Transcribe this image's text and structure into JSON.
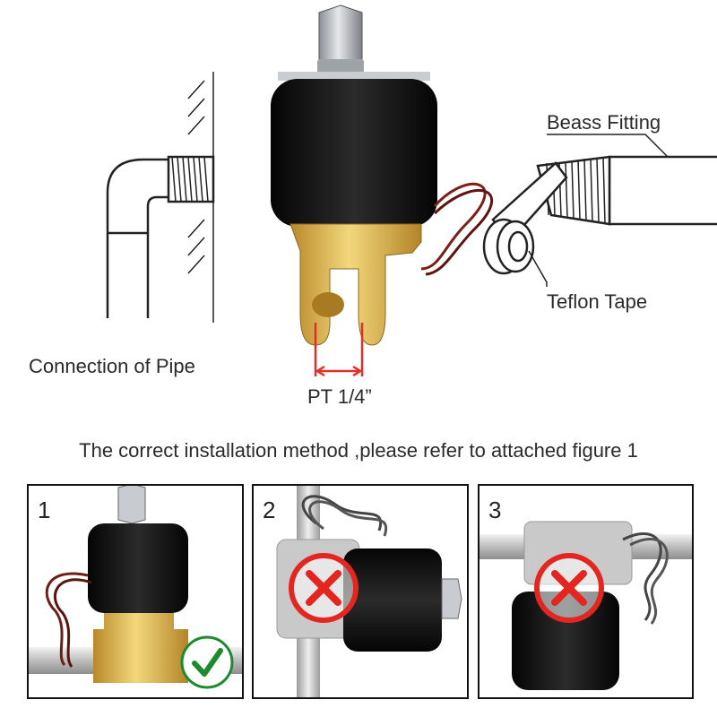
{
  "labels": {
    "connection_of_pipe": "Connection of Pipe",
    "port_size": "PT 1/4”",
    "brass_fitting": "Beass Fitting",
    "teflon_tape": "Teflon Tape"
  },
  "heading": "The correct installation method ,please refer to attached figure 1",
  "panels": [
    {
      "number": "1",
      "status": "correct"
    },
    {
      "number": "2",
      "status": "incorrect"
    },
    {
      "number": "3",
      "status": "incorrect"
    }
  ],
  "colors": {
    "correct_green": "#1e8a2e",
    "incorrect_red": "#e52620",
    "dimension_red": "#e0302a",
    "brass": "#d9b24a",
    "coil_black": "#111111"
  }
}
